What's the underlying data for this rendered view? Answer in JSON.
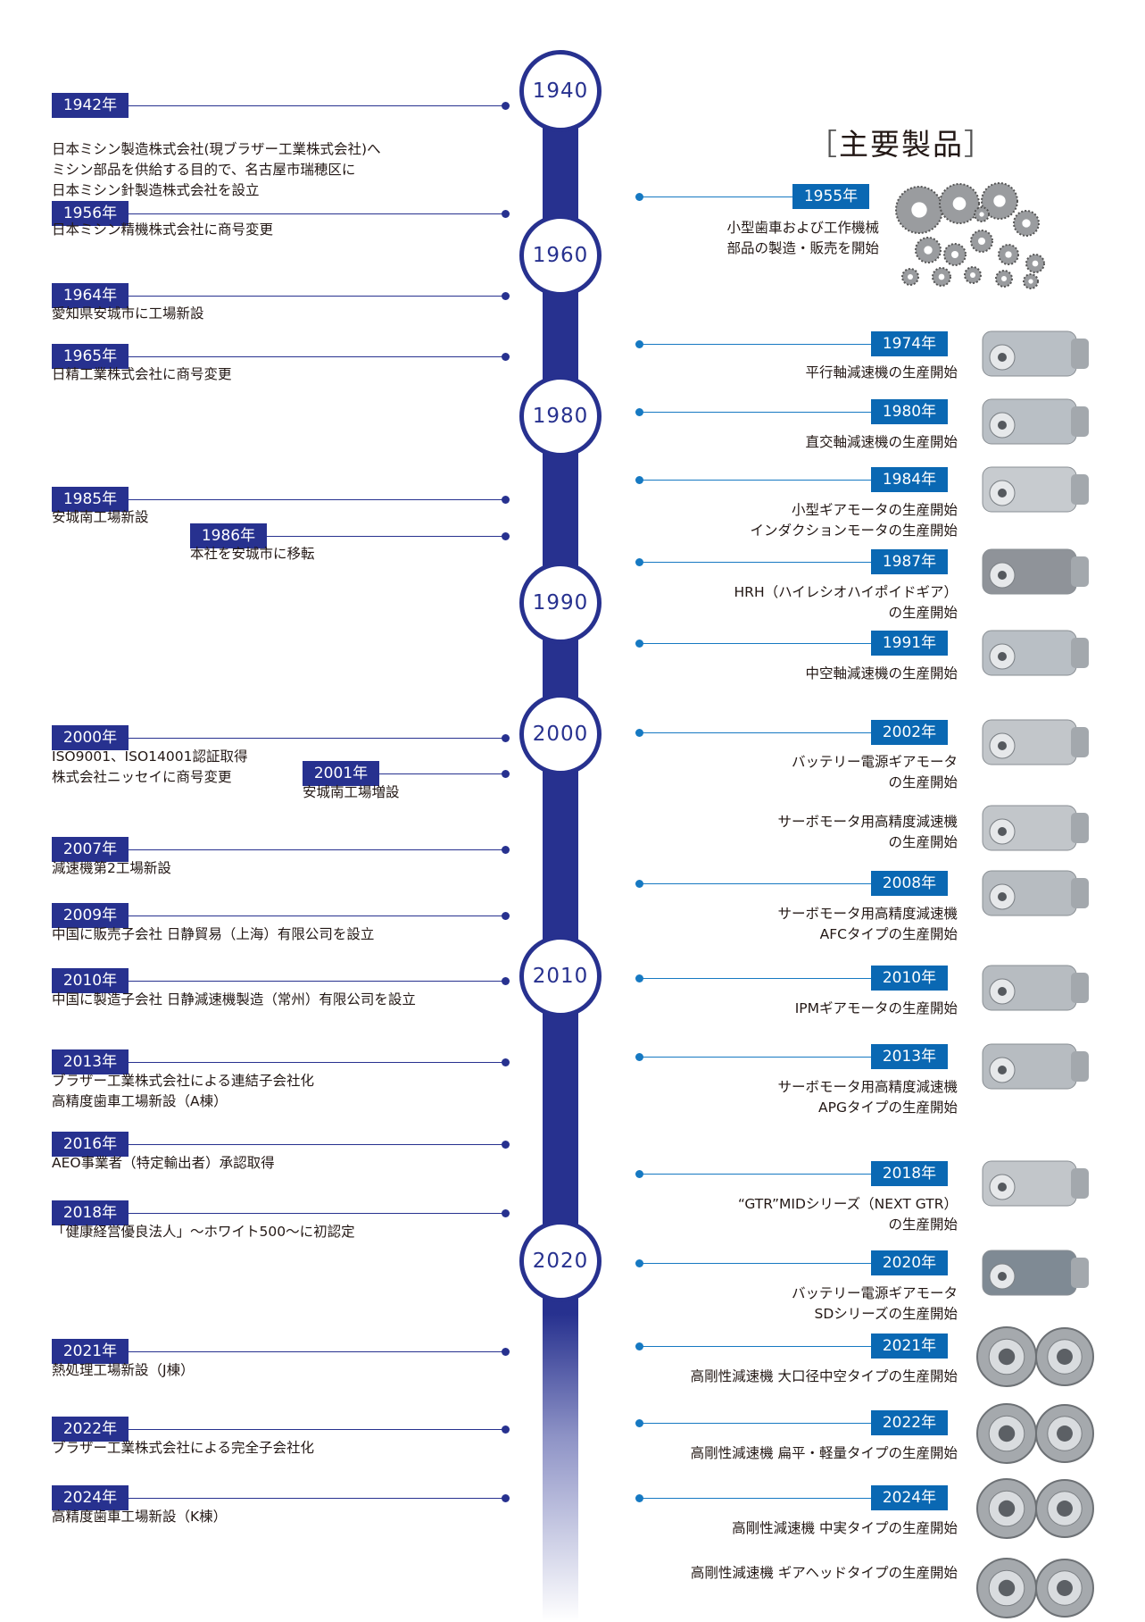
{
  "heading": {
    "open": "［",
    "text": "主要製品",
    "close": "］"
  },
  "decades": [
    "1940",
    "1960",
    "1980",
    "1990",
    "2000",
    "2010",
    "2020"
  ],
  "left": [
    {
      "year": "1942年",
      "lines": "日本ミシン製造株式会社(現ブラザー工業株式会社)へ\nミシン部品を供給する目的で、名古屋市瑞穂区に\n日本ミシン針製造株式会社を設立"
    },
    {
      "year": "1956年",
      "lines": "日本ミシン精機株式会社に商号変更"
    },
    {
      "year": "1964年",
      "lines": "愛知県安城市に工場新設"
    },
    {
      "year": "1965年",
      "lines": "日精工業株式会社に商号変更"
    },
    {
      "year": "1985年",
      "lines": "安城南工場新設"
    },
    {
      "year": "1986年",
      "lines": "本社を安城市に移転"
    },
    {
      "year": "2000年",
      "lines": "ISO9001、ISO14001認証取得\n株式会社ニッセイに商号変更"
    },
    {
      "year": "2001年",
      "lines": "安城南工場増設"
    },
    {
      "year": "2007年",
      "lines": "減速機第2工場新設"
    },
    {
      "year": "2009年",
      "lines": "中国に販売子会社 日静貿易（上海）有限公司を設立"
    },
    {
      "year": "2010年",
      "lines": "中国に製造子会社 日静減速機製造（常州）有限公司を設立"
    },
    {
      "year": "2013年",
      "lines": "ブラザー工業株式会社による連結子会社化\n高精度歯車工場新設（A棟）"
    },
    {
      "year": "2016年",
      "lines": "AEO事業者（特定輸出者）承認取得"
    },
    {
      "year": "2018年",
      "lines": "「健康経営優良法人」〜ホワイト500〜に初認定"
    },
    {
      "year": "2021年",
      "lines": "熱処理工場新設（J棟）"
    },
    {
      "year": "2022年",
      "lines": "ブラザー工業株式会社による完全子会社化"
    },
    {
      "year": "2024年",
      "lines": "高精度歯車工場新設（K棟）"
    }
  ],
  "right": [
    {
      "year": "1955年",
      "lines": "小型歯車および工作機械\n部品の製造・販売を開始",
      "img": "gears-image"
    },
    {
      "year": "1974年",
      "lines": "平行軸減速機の生産開始",
      "img": "parallel-shaft-reducer-image"
    },
    {
      "year": "1980年",
      "lines": "直交軸減速機の生産開始",
      "img": "right-angle-reducer-image"
    },
    {
      "year": "1984年",
      "lines": "小型ギアモータの生産開始\nインダクションモータの生産開始",
      "img": "induction-motor-image"
    },
    {
      "year": "1987年",
      "lines": "HRH（ハイレシオハイポイドギア）\nの生産開始",
      "img": "hypoid-gear-image"
    },
    {
      "year": "1991年",
      "lines": "中空軸減速機の生産開始",
      "img": "hollow-shaft-reducer-image"
    },
    {
      "year": "2002年",
      "lines": "バッテリー電源ギアモータ\nの生産開始",
      "img": "battery-gearmotor-image"
    },
    {
      "year": "",
      "lines": "サーボモータ用高精度減速機\nの生産開始",
      "img": "servo-reducer-image"
    },
    {
      "year": "2008年",
      "lines": "サーボモータ用高精度減速機\nAFCタイプの生産開始",
      "img": "afc-reducer-image"
    },
    {
      "year": "2010年",
      "lines": "IPMギアモータの生産開始",
      "img": "ipm-gearmotor-image"
    },
    {
      "year": "2013年",
      "lines": "サーボモータ用高精度減速機\nAPGタイプの生産開始",
      "img": "apg-reducer-image"
    },
    {
      "year": "2018年",
      "lines": "“GTR”MIDシリーズ（NEXT GTR）\nの生産開始",
      "img": "gtr-mid-image"
    },
    {
      "year": "2020年",
      "lines": "バッテリー電源ギアモータ\nSDシリーズの生産開始",
      "img": "sd-series-image"
    },
    {
      "year": "2021年",
      "lines": "高剛性減速機 大口径中空タイプの生産開始",
      "img": "hollow-reducer-image"
    },
    {
      "year": "2022年",
      "lines": "高剛性減速機 扁平・軽量タイプの生産開始",
      "img": "flat-reducer-image"
    },
    {
      "year": "2024年",
      "lines": "高剛性減速機 中実タイプの生産開始",
      "img": "solid-reducer-image"
    },
    {
      "year": "",
      "lines": "高剛性減速機 ギアヘッドタイプの生産開始",
      "img": "gearhead-reducer-image"
    }
  ]
}
